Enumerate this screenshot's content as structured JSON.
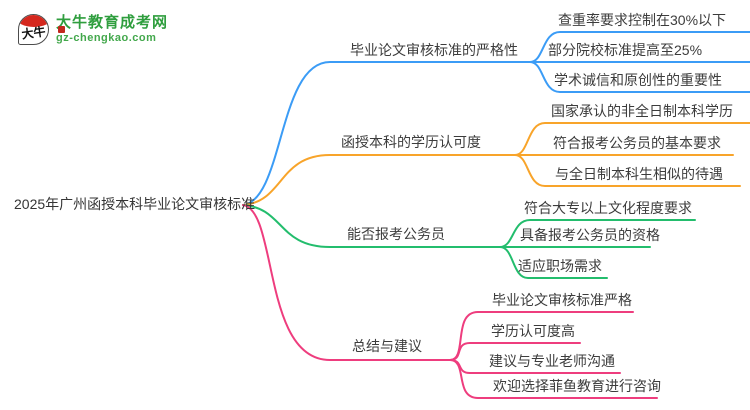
{
  "logo": {
    "bubble_text": "大牛",
    "site_name": "大牛教育成考网",
    "site_domain": "gz-chengkao.com"
  },
  "root": {
    "label": "2025年广州函授本科毕业论文审核标准"
  },
  "branches": [
    {
      "label": "毕业论文审核标准的严格性",
      "color": "#3b9cf6",
      "children": [
        "查重率要求控制在30%以下",
        "部分院校标准提高至25%",
        "学术诚信和原创性的重要性"
      ]
    },
    {
      "label": "函授本科的学历认可度",
      "color": "#f8a42a",
      "children": [
        "国家承认的非全日制本科学历",
        "符合报考公务员的基本要求",
        "与全日制本科生相似的待遇"
      ]
    },
    {
      "label": "能否报考公务员",
      "color": "#23bd6d",
      "children": [
        "符合大专以上文化程度要求",
        "具备报考公务员的资格",
        "适应职场需求"
      ]
    },
    {
      "label": "总结与建议",
      "color": "#ee3d7e",
      "children": [
        "毕业论文审核标准严格",
        "学历认可度高",
        "建议与专业老师沟通",
        "欢迎选择菲鱼教育进行咨询"
      ]
    }
  ],
  "colors": {
    "text": "#3c3c3c",
    "logo_green": "#2f9e3e",
    "logo_red": "#d5281e"
  }
}
